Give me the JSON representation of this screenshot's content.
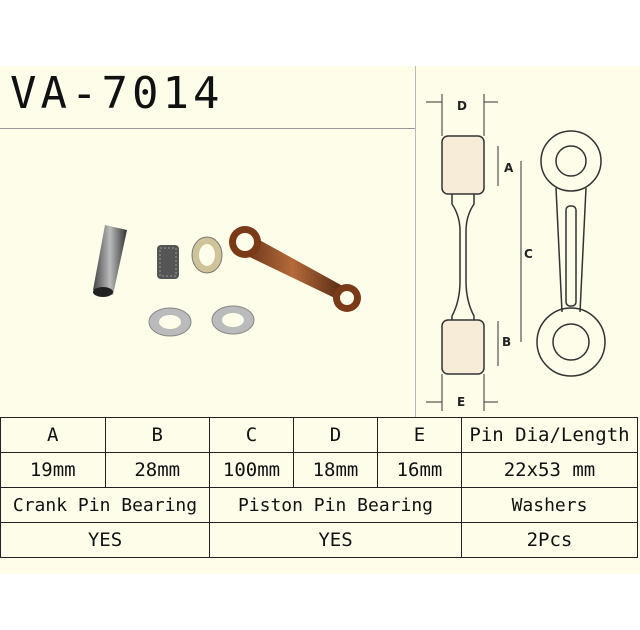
{
  "title": "VA-7014",
  "drawing_labels": {
    "d": "D",
    "a": "A",
    "c": "C",
    "b": "B",
    "e": "E"
  },
  "dims": {
    "headers": [
      "A",
      "B",
      "C",
      "D",
      "E",
      "Pin Dia/Length"
    ],
    "values": [
      "19mm",
      "28mm",
      "100mm",
      "18mm",
      "16mm",
      "22x53 mm"
    ]
  },
  "includes": {
    "headers": [
      "Crank Pin Bearing",
      "Piston Pin Bearing",
      "Washers"
    ],
    "values": [
      "YES",
      "YES",
      "2Pcs"
    ]
  }
}
